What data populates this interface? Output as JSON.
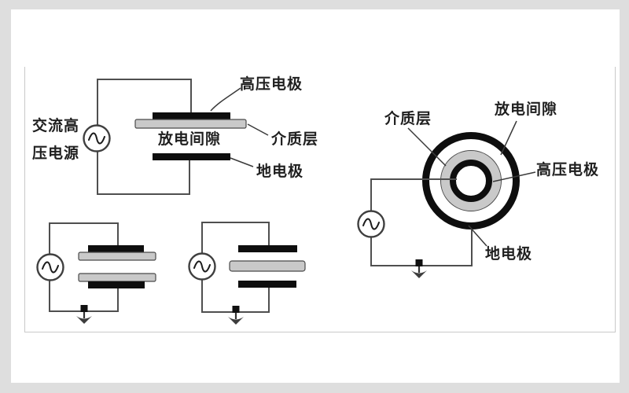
{
  "colors": {
    "background": "#dedede",
    "canvas": "#ffffff",
    "wire": "#4f4f4f",
    "electrode": "#0e0e0e",
    "dielectric_fill": "#c9c9c9",
    "text": "#1f1f1f",
    "cell_border": "#c9c9c9"
  },
  "planar": {
    "ac_source_label": [
      "交流高",
      "压电源"
    ],
    "hv_electrode": "高压电极",
    "dielectric": "介质层",
    "discharge_gap": "放电间隙",
    "ground_electrode": "地电极"
  },
  "coaxial": {
    "dielectric": "介质层",
    "discharge_gap": "放电间隙",
    "hv_electrode": "高压电极",
    "ground_electrode": "地电极"
  },
  "icons": {
    "ac_source": "sine-wave-circle",
    "ground": "down-arrow-ground"
  }
}
